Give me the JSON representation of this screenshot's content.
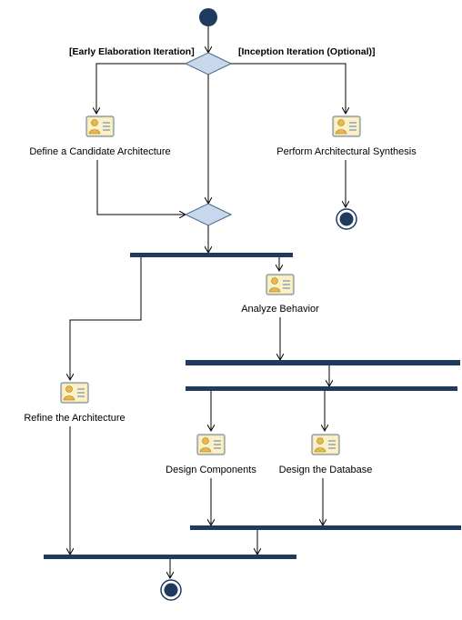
{
  "colors": {
    "node_fill": "#1f3a5f",
    "bar_fill": "#1f3a5f",
    "decision_fill": "#c8d8ec",
    "decision_stroke": "#4a6a8a",
    "line": "#000000",
    "icon_card": "#f6e7a6",
    "icon_figure": "#e8b84a",
    "icon_border": "#7a8fb0"
  },
  "guards": {
    "left": "[Early Elaboration Iteration]",
    "right": "[Inception Iteration (Optional)]"
  },
  "activities": {
    "candidate": "Define a Candidate Architecture",
    "synthesis": "Perform Architectural Synthesis",
    "analyze": "Analyze Behavior",
    "refine": "Refine the Architecture",
    "components": "Design Components",
    "database": "Design the Database"
  },
  "icons": {
    "activity": "activity-icon"
  }
}
